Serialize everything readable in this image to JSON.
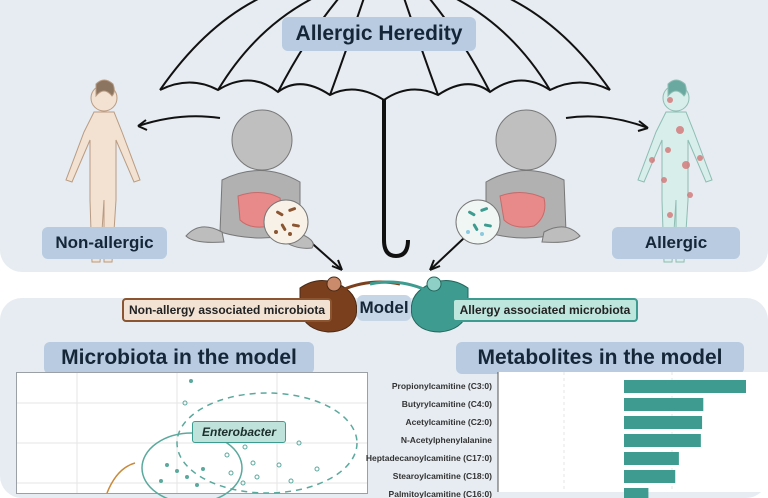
{
  "top": {
    "title": "Allergic Heredity",
    "left_label": "Non-allergic",
    "right_label": "Allergic"
  },
  "model": {
    "label": "Model",
    "left_tag": "Non-allergy associated microbiota",
    "right_tag": "Allergy associated microbiota"
  },
  "bottom": {
    "microbiota_title": "Microbiota in the model",
    "metabolites_title": "Metabolites in the model",
    "enterobacter_label": "Enterobacter"
  },
  "colors": {
    "panel": "#e6ecf1",
    "pill": "#b8cbe0",
    "teal": "#3d9c8f",
    "brown": "#8a5530",
    "gut": "#e88a8a"
  },
  "chart_data": {
    "type": "bar",
    "orientation": "horizontal",
    "categories": [
      "Propionylcamitine (C3:0)",
      "Butyrylcamitine (C4:0)",
      "Acetylcamitine (C2:0)",
      "N-Acetylphenylalanine",
      "Heptadecanoylcamitine (C17:0)",
      "Stearoylcamitine (C18:0)",
      "Palmitoylcamitine (C16:0)"
    ],
    "values": [
      1.0,
      0.65,
      0.64,
      0.63,
      0.45,
      0.42,
      0.2
    ],
    "color": "#3d9c8f"
  }
}
